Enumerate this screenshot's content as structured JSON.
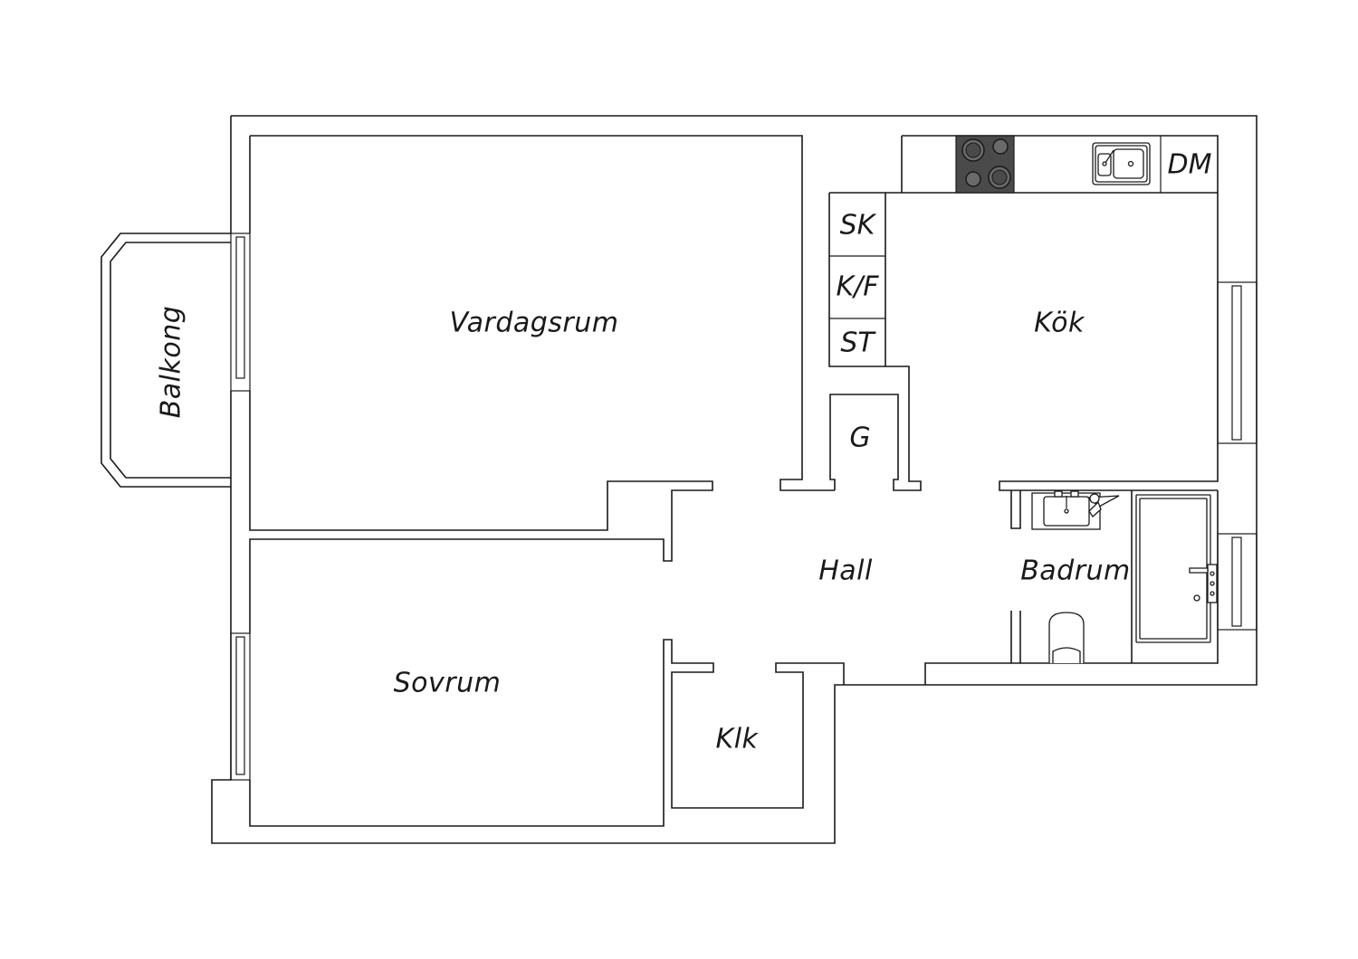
{
  "rooms": {
    "vardagsrum": "Vardagsrum",
    "kok": "Kök",
    "hall": "Hall",
    "badrum": "Badrum",
    "sovrum": "Sovrum",
    "klk": "Klk",
    "balkong": "Balkong"
  },
  "fixtures": {
    "sk": "SK",
    "kf": "K/F",
    "st": "ST",
    "g": "G",
    "dm": "DM"
  },
  "colors": {
    "line": "#1a1a1a",
    "stove": "#4a4a4a",
    "background": "#ffffff"
  }
}
